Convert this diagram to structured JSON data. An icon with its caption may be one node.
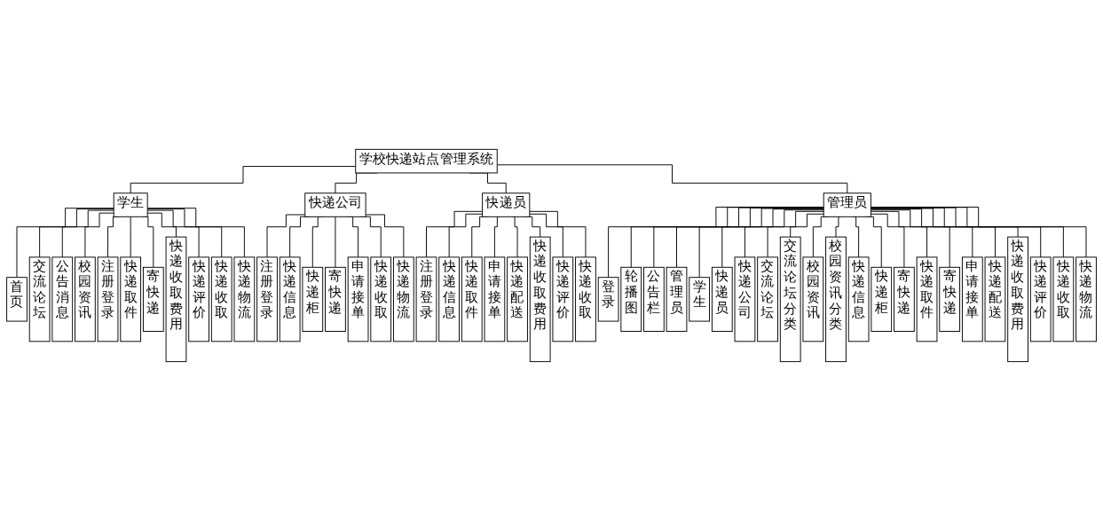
{
  "diagram": {
    "nodes": [
      {
        "text": [
          "学校快递站点管理系统"
        ]
      },
      {
        "text": [
          "学生"
        ]
      },
      {
        "text": [
          "快递公司"
        ]
      },
      {
        "text": [
          "快递员"
        ]
      },
      {
        "text": [
          "首页"
        ]
      },
      {
        "text": [
          "交流论坛"
        ]
      },
      {
        "text": [
          "公告消息"
        ]
      },
      {
        "text": [
          "校园资讯"
        ]
      },
      {
        "text": [
          "注册登录"
        ]
      },
      {
        "text": [
          "快递取件"
        ]
      },
      {
        "text": [
          "寄快递"
        ]
      },
      {
        "text": [
          "快递收取费用"
        ]
      },
      {
        "text": [
          "快递评价"
        ]
      },
      {
        "text": [
          "快递收取"
        ]
      },
      {
        "text": [
          "快递物流"
        ]
      },
      {
        "text": [
          "注册登录"
        ]
      },
      {
        "text": [
          "快递信息"
        ]
      },
      {
        "text": [
          "快递柜"
        ]
      },
      {
        "text": [
          "寄快递"
        ]
      },
      {
        "text": [
          "申请接单"
        ]
      },
      {
        "text": [
          "快递收取"
        ]
      },
      {
        "text": [
          "快递物流"
        ]
      },
      {
        "text": [
          "注册登录"
        ]
      },
      {
        "text": [
          "快递信息"
        ]
      },
      {
        "text": [
          "快递取件"
        ]
      },
      {
        "text": [
          "申请接单"
        ]
      },
      {
        "text": [
          "快递配送"
        ]
      },
      {
        "text": [
          "快递收取费用"
        ]
      },
      {
        "text": [
          "快递评价"
        ]
      },
      {
        "text": [
          "快递收取"
        ]
      },
      {
        "text": [
          "管理员"
        ]
      },
      {
        "text": [
          "登录"
        ]
      },
      {
        "text": [
          "轮播图"
        ]
      },
      {
        "text": [
          "公告栏"
        ]
      },
      {
        "text": [
          "管理员"
        ]
      },
      {
        "text": [
          "学生"
        ]
      },
      {
        "text": [
          "快递员"
        ]
      },
      {
        "text": [
          "快递公司"
        ]
      },
      {
        "text": [
          "交流论坛"
        ]
      },
      {
        "text": [
          "交流论坛分类"
        ]
      },
      {
        "text": [
          "校园资讯"
        ]
      },
      {
        "text": [
          "校园资讯分类"
        ]
      },
      {
        "text": [
          "快递信息"
        ]
      },
      {
        "text": [
          "快递柜"
        ]
      },
      {
        "text": [
          "寄快递"
        ]
      },
      {
        "text": [
          "快递取件"
        ]
      },
      {
        "text": [
          "寄快递"
        ]
      },
      {
        "text": [
          "申请接单"
        ]
      },
      {
        "text": [
          "快递配送"
        ]
      },
      {
        "text": [
          "快递收取费用"
        ]
      },
      {
        "text": [
          "快递评价"
        ]
      },
      {
        "text": [
          "快递收取"
        ]
      },
      {
        "text": [
          "快递物流"
        ]
      }
    ],
    "edges": [
      {
        "from": 0,
        "to": 1,
        "arrow": "none"
      },
      {
        "from": 0,
        "to": 2,
        "arrow": "none"
      },
      {
        "from": 0,
        "to": 3,
        "arrow": "none"
      },
      {
        "from": 0,
        "to": 30,
        "arrow": "none"
      },
      {
        "from": 1,
        "to": 4,
        "arrow": "none"
      },
      {
        "from": 1,
        "to": 5,
        "arrow": "none"
      },
      {
        "from": 1,
        "to": 6,
        "arrow": "none"
      },
      {
        "from": 1,
        "to": 7,
        "arrow": "none"
      },
      {
        "from": 1,
        "to": 8,
        "arrow": "none"
      },
      {
        "from": 1,
        "to": 9,
        "arrow": "none"
      },
      {
        "from": 1,
        "to": 10,
        "arrow": "none"
      },
      {
        "from": 1,
        "to": 11,
        "arrow": "none"
      },
      {
        "from": 1,
        "to": 12,
        "arrow": "none"
      },
      {
        "from": 1,
        "to": 13,
        "arrow": "none"
      },
      {
        "from": 1,
        "to": 14,
        "arrow": "none"
      },
      {
        "from": 2,
        "to": 15,
        "arrow": "none"
      },
      {
        "from": 2,
        "to": 16,
        "arrow": "none"
      },
      {
        "from": 2,
        "to": 17,
        "arrow": "none"
      },
      {
        "from": 2,
        "to": 18,
        "arrow": "none"
      },
      {
        "from": 2,
        "to": 19,
        "arrow": "none"
      },
      {
        "from": 2,
        "to": 20,
        "arrow": "none"
      },
      {
        "from": 2,
        "to": 21,
        "arrow": "none"
      },
      {
        "from": 3,
        "to": 22,
        "arrow": "none"
      },
      {
        "from": 3,
        "to": 23,
        "arrow": "none"
      },
      {
        "from": 3,
        "to": 24,
        "arrow": "none"
      },
      {
        "from": 3,
        "to": 25,
        "arrow": "none"
      },
      {
        "from": 3,
        "to": 26,
        "arrow": "none"
      },
      {
        "from": 3,
        "to": 27,
        "arrow": "none"
      },
      {
        "from": 3,
        "to": 28,
        "arrow": "none"
      },
      {
        "from": 3,
        "to": 29,
        "arrow": "none"
      },
      {
        "from": 30,
        "to": 31,
        "arrow": "none"
      },
      {
        "from": 30,
        "to": 32,
        "arrow": "none"
      },
      {
        "from": 30,
        "to": 33,
        "arrow": "none"
      },
      {
        "from": 30,
        "to": 34,
        "arrow": "none"
      },
      {
        "from": 30,
        "to": 35,
        "arrow": "none"
      },
      {
        "from": 30,
        "to": 36,
        "arrow": "none"
      },
      {
        "from": 30,
        "to": 37,
        "arrow": "none"
      },
      {
        "from": 30,
        "to": 38,
        "arrow": "none"
      },
      {
        "from": 30,
        "to": 39,
        "arrow": "none"
      },
      {
        "from": 30,
        "to": 40,
        "arrow": "none"
      },
      {
        "from": 30,
        "to": 41,
        "arrow": "none"
      },
      {
        "from": 30,
        "to": 42,
        "arrow": "none"
      },
      {
        "from": 30,
        "to": 43,
        "arrow": "none"
      },
      {
        "from": 30,
        "to": 44,
        "arrow": "none"
      },
      {
        "from": 30,
        "to": 45,
        "arrow": "none"
      },
      {
        "from": 30,
        "to": 46,
        "arrow": "none"
      },
      {
        "from": 30,
        "to": 47,
        "arrow": "none"
      },
      {
        "from": 30,
        "to": 48,
        "arrow": "none"
      },
      {
        "from": 30,
        "to": 49,
        "arrow": "none"
      },
      {
        "from": 30,
        "to": 50,
        "arrow": "none"
      },
      {
        "from": 30,
        "to": 51,
        "arrow": "none"
      },
      {
        "from": 30,
        "to": 52,
        "arrow": "none"
      }
    ]
  }
}
